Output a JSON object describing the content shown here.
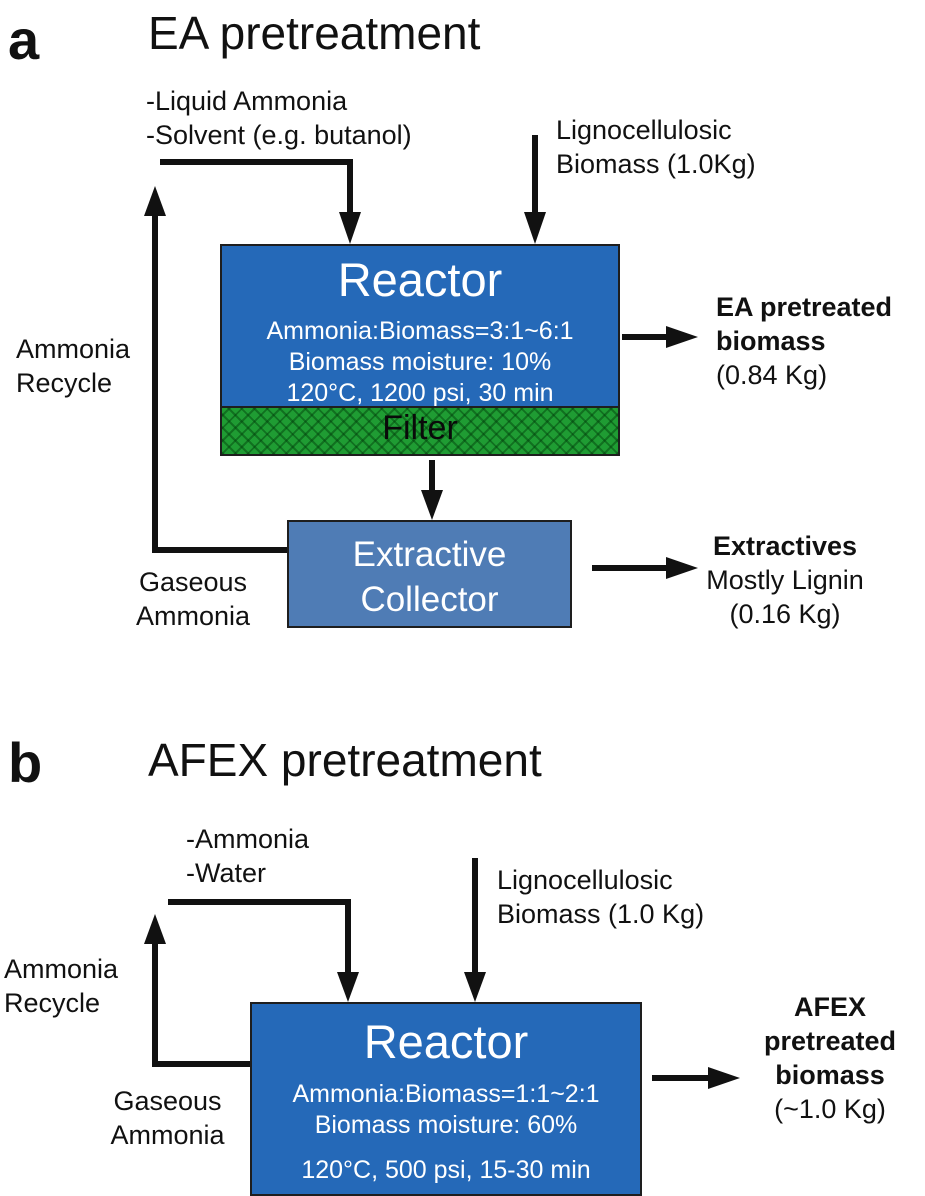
{
  "panel_a": {
    "letter": "a",
    "title": "EA pretreatment",
    "inputs": [
      "-Liquid Ammonia",
      "-Solvent (e.g. butanol)"
    ],
    "biomass_input": [
      "Lignocellulosic",
      "Biomass (1.0Kg)"
    ],
    "recycle_label": [
      "Ammonia",
      "Recycle"
    ],
    "gaseous_label": [
      "Gaseous",
      "Ammonia"
    ],
    "reactor": {
      "title": "Reactor",
      "lines": [
        "Ammonia:Biomass=3:1~6:1",
        "Biomass moisture: 10%",
        "120°C, 1200 psi, 30 min"
      ]
    },
    "filter_label": "Filter",
    "collector": {
      "lines": [
        "Extractive",
        "Collector"
      ]
    },
    "output_biomass": {
      "bold": [
        "EA pretreated",
        "biomass"
      ],
      "amount": "(0.84 Kg)"
    },
    "output_extractives": {
      "bold": "Extractives",
      "lines": [
        "Mostly Lignin",
        "(0.16 Kg)"
      ]
    }
  },
  "panel_b": {
    "letter": "b",
    "title": "AFEX pretreatment",
    "inputs": [
      "-Ammonia",
      "-Water"
    ],
    "biomass_input": [
      "Lignocellulosic",
      "Biomass (1.0 Kg)"
    ],
    "recycle_label": [
      "Ammonia",
      "Recycle"
    ],
    "gaseous_label": [
      "Gaseous",
      "Ammonia"
    ],
    "reactor": {
      "title": "Reactor",
      "lines": [
        "Ammonia:Biomass=1:1~2:1",
        "Biomass moisture: 60%",
        "120°C, 500 psi, 15-30 min"
      ]
    },
    "output_biomass": {
      "bold": [
        "AFEX",
        "pretreated",
        "biomass"
      ],
      "amount": "(~1.0 Kg)"
    }
  },
  "colors": {
    "reactor": "#2569b8",
    "collector": "#4f7cb5",
    "filter": "#1f9c33",
    "arrow": "#111111"
  }
}
